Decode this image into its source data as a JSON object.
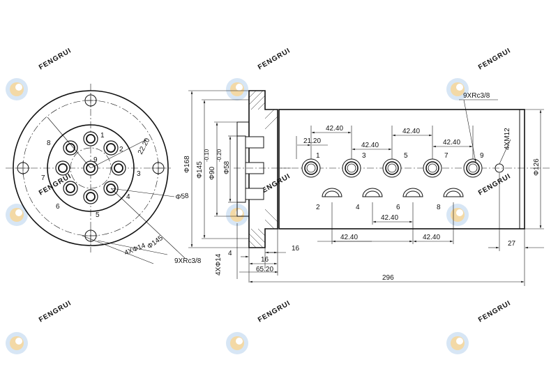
{
  "watermark": {
    "brand": "FENGRUI",
    "color": "#cfe0f2"
  },
  "front_view": {
    "port_numbers": [
      "1",
      "2",
      "3",
      "4",
      "5",
      "6",
      "7",
      "8",
      "9"
    ],
    "dims": {
      "r_22_20": "22.20",
      "d58": "Φ58",
      "d145": "Φ145",
      "holes": "4XΦ14",
      "ports": "9XRc3/8"
    }
  },
  "side_view": {
    "dims": {
      "d168": "Φ168",
      "d145": "Φ145",
      "d90": "Φ90",
      "tol_up": "-0.10",
      "tol_dn": "-0.20",
      "d58": "Φ58",
      "d14": "4XΦ14",
      "l4": "4",
      "l16a": "16",
      "l16b": "16",
      "l65": "65.20"
    }
  },
  "body_view": {
    "port_labels": [
      "1",
      "2",
      "3",
      "4",
      "5",
      "6",
      "7",
      "8",
      "9"
    ],
    "dims": {
      "p21": "21.20",
      "p4240a": "42.40",
      "p4240b": "42.40",
      "p4240c": "42.40",
      "p4240d": "42.40",
      "p4240e": "42.40",
      "p4240f": "42.40",
      "p4240g": "42.40",
      "rc": "9XRc3/8",
      "m12": "4XM12",
      "d126": "Φ126",
      "l27": "27",
      "l296": "296"
    }
  }
}
